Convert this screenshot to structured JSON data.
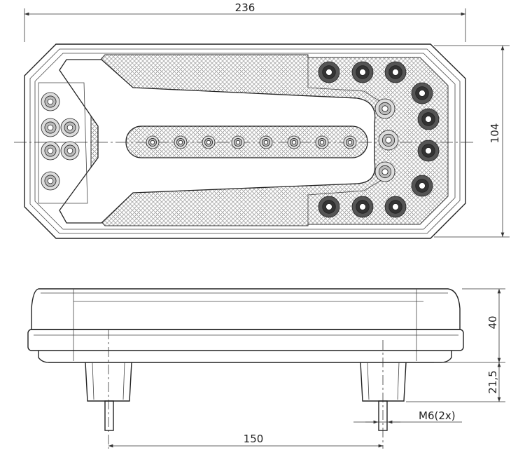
{
  "drawing": {
    "top_view": {
      "width_dimension": "236",
      "height_dimension": "104"
    },
    "side_view": {
      "body_height_dimension": "40",
      "stud_length_dimension": "21,5",
      "thread_label": "M6(2x)",
      "stud_spacing_dimension": "150"
    }
  }
}
